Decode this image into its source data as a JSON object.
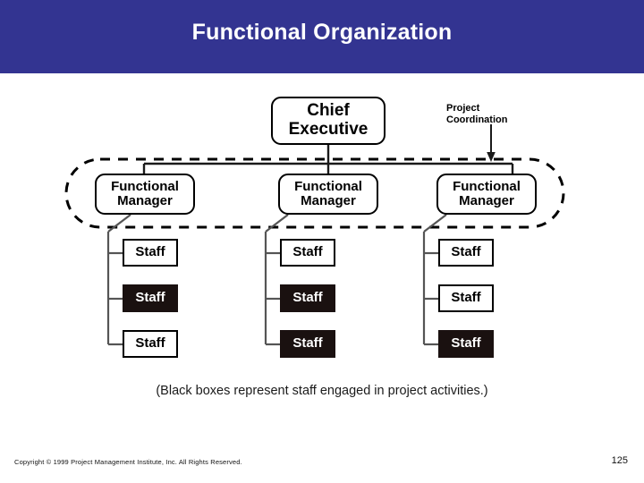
{
  "slide": {
    "title": "Functional Organization",
    "banner_color": "#333491",
    "background_color": "#FFFFFF"
  },
  "diagram": {
    "type": "org-chart",
    "executive": {
      "line1": "Chief",
      "line2": "Executive"
    },
    "coordination_annotation": {
      "line1": "Project",
      "line2": "Coordination"
    },
    "managers": [
      {
        "line1": "Functional",
        "line2": "Manager"
      },
      {
        "line1": "Functional",
        "line2": "Manager"
      },
      {
        "line1": "Functional",
        "line2": "Manager"
      }
    ],
    "staff_columns": [
      {
        "manager_index": 0,
        "staff": [
          {
            "label": "Staff",
            "engaged_in_project": false
          },
          {
            "label": "Staff",
            "engaged_in_project": true
          },
          {
            "label": "Staff",
            "engaged_in_project": false
          }
        ]
      },
      {
        "manager_index": 1,
        "staff": [
          {
            "label": "Staff",
            "engaged_in_project": false
          },
          {
            "label": "Staff",
            "engaged_in_project": true
          },
          {
            "label": "Staff",
            "engaged_in_project": true
          }
        ]
      },
      {
        "manager_index": 2,
        "staff": [
          {
            "label": "Staff",
            "engaged_in_project": false
          },
          {
            "label": "Staff",
            "engaged_in_project": false
          },
          {
            "label": "Staff",
            "engaged_in_project": true
          }
        ]
      }
    ],
    "legend_note": "(Black boxes represent staff engaged in project activities.)",
    "colors": {
      "box_stroke": "#000000",
      "box_fill": "#FFFFFF",
      "dark_box_fill": "#1A1110",
      "dark_box_text": "#FFFFFF",
      "connector": "#1A1A1A",
      "dashed_boundary": "#000000"
    }
  },
  "footer": {
    "copyright": "Copyright © 1999 Project Management Institute, Inc. All Rights Reserved.",
    "page_number": "125"
  }
}
